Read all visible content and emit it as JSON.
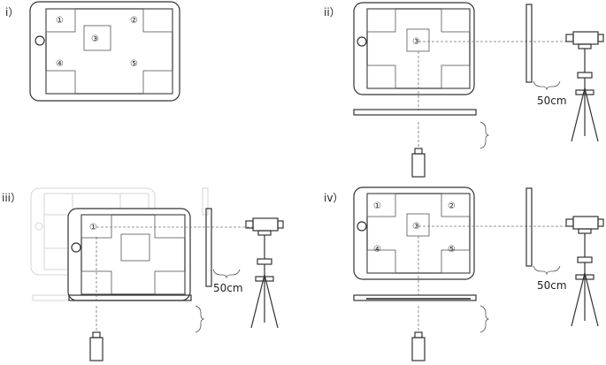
{
  "panels": [
    {
      "id": "i",
      "label": "i）",
      "markers": [
        "①",
        "②",
        "③",
        "④",
        "⑤"
      ]
    },
    {
      "id": "ii",
      "label": "ii）",
      "markers": [
        "③"
      ],
      "distance": "50cm"
    },
    {
      "id": "iii",
      "label": "iii）",
      "markers": [
        "①"
      ],
      "distance": "50cm"
    },
    {
      "id": "iv",
      "label": "iv）",
      "markers": [
        "①",
        "②",
        "③",
        "④",
        "⑤"
      ],
      "distance": "50cm"
    }
  ],
  "colors": {
    "line": "#333333",
    "ghost": "#d5d5d5",
    "dash": "#777777"
  },
  "icons": [
    "tablet-icon",
    "camera-icon",
    "tripod-icon",
    "brace-icon"
  ]
}
